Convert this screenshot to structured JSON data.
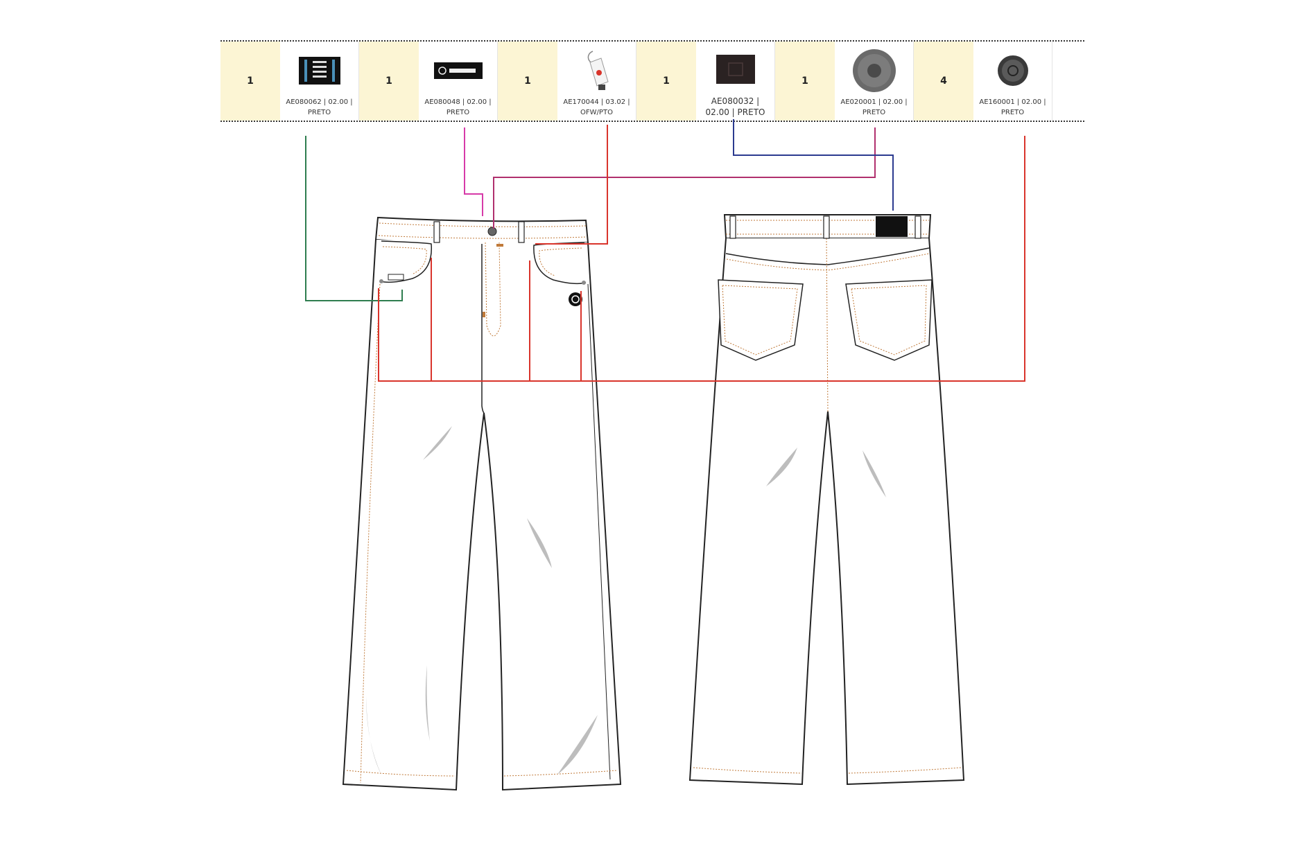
{
  "trims": [
    {
      "qty": "1",
      "code_line1": "AE080062 | 02.00 |",
      "code_line2": "PRETO",
      "icon": "striped-label-icon",
      "leader_color": "#2e7d4f"
    },
    {
      "qty": "1",
      "code_line1": "AE080048 | 02.00 |",
      "code_line2": "PRETO",
      "icon": "brand-label-icon",
      "leader_color": "#d63aa8"
    },
    {
      "qty": "1",
      "code_line1": "AE170044 | 03.02 |",
      "code_line2": "OFW/PTO",
      "icon": "hang-tag-icon",
      "leader_color": "#d9342b"
    },
    {
      "qty": "1",
      "code_line1": "AE080032 |",
      "code_line2": "02.00 | PRETO",
      "icon": "patch-label-icon",
      "leader_color": "#2b3a8f"
    },
    {
      "qty": "1",
      "code_line1": "AE020001 | 02.00 |",
      "code_line2": "PRETO",
      "icon": "shank-button-icon",
      "leader_color": "#b0306e"
    },
    {
      "qty": "4",
      "code_line1": "AE160001 | 02.00 |",
      "code_line2": "PRETO",
      "icon": "rivet-icon",
      "leader_color": "#d9342b"
    }
  ],
  "colors": {
    "qty_background": "#fcf5d4",
    "garment_outline": "#222222",
    "topstitch": "#c07a3a",
    "shadow": "#bdbdbd"
  }
}
